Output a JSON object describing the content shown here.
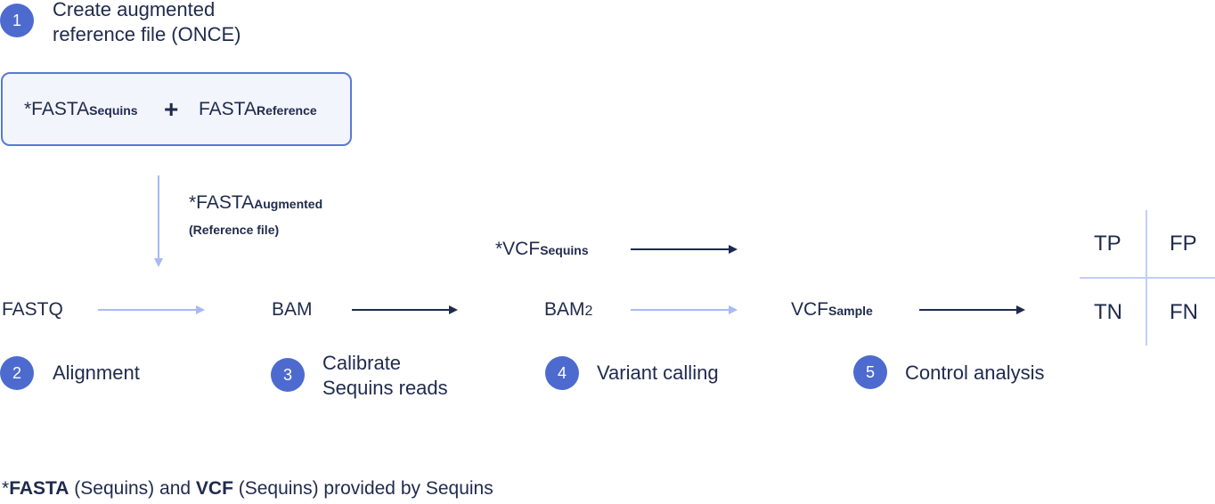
{
  "colors": {
    "text": "#1f2a4d",
    "accent": "#4d6bcf",
    "light_arrow": "#a9b9f5",
    "dark_arrow": "#1f2a4d"
  },
  "steps": [
    {
      "num": "1",
      "lines": [
        "Create augmented",
        "reference file (ONCE)"
      ]
    },
    {
      "num": "2",
      "lines": [
        "Alignment"
      ]
    },
    {
      "num": "3",
      "lines": [
        "Calibrate",
        "Sequins reads"
      ]
    },
    {
      "num": "4",
      "lines": [
        "Variant calling"
      ]
    },
    {
      "num": "5",
      "lines": [
        "Control analysis"
      ]
    }
  ],
  "box": {
    "a_main": "*FASTA",
    "a_sub": "Sequins",
    "plus": "+",
    "b_main": "FASTA",
    "b_sub": "Reference"
  },
  "augmented": {
    "main": "*FASTA",
    "sub": "Augmented",
    "note": "(Reference file)"
  },
  "vcf_sequins": {
    "main": "*VCF",
    "sub": "Sequins"
  },
  "flow": {
    "fastq": "FASTQ",
    "bam": "BAM",
    "bam2_main": "BAM",
    "bam2_sub": "2",
    "vcf_main": "VCF",
    "vcf_sub": "Sample"
  },
  "matrix": {
    "tp": "TP",
    "fp": "FP",
    "tn": "TN",
    "fn": "FN"
  },
  "footer": {
    "p1": "*",
    "b1": "FASTA",
    "p2": " (Sequins) and ",
    "b2": "VCF",
    "p3": " (Sequins) provided by Sequins"
  }
}
